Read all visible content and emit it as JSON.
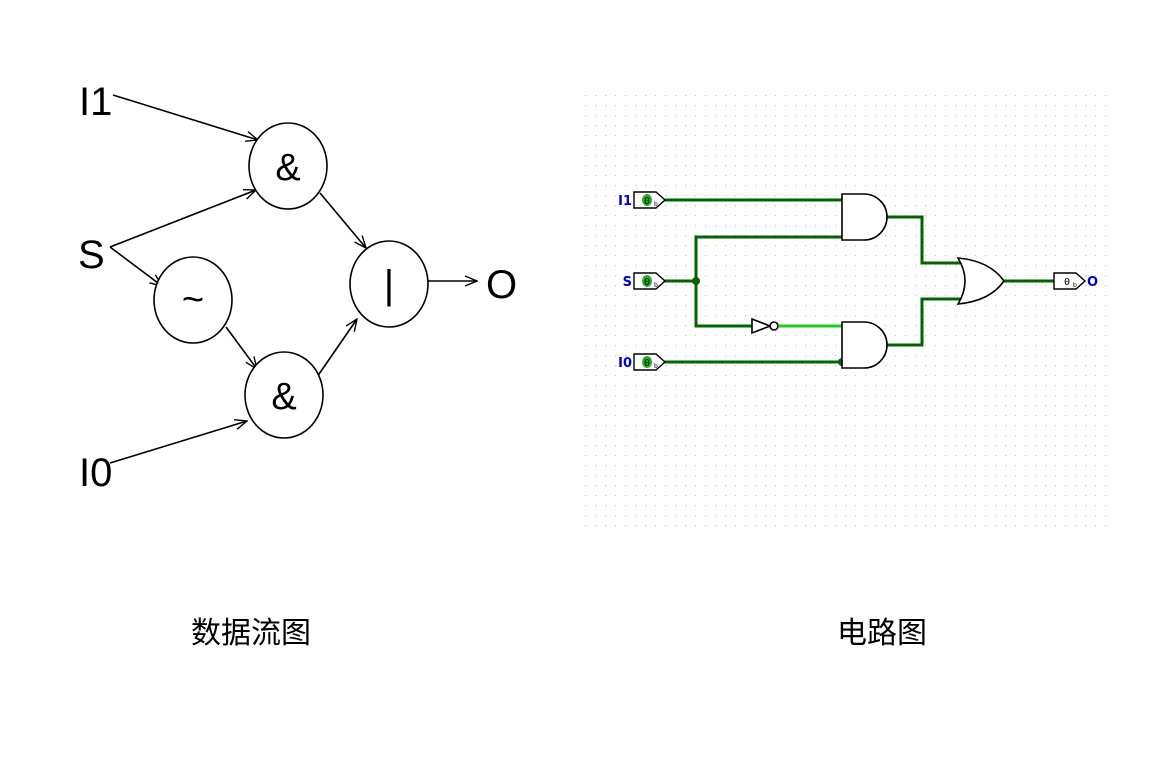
{
  "dataflow": {
    "inputs": {
      "i1": "I1",
      "s": "S",
      "i0": "I0"
    },
    "output": "O",
    "nodes": {
      "and_top": "&",
      "not": "~",
      "and_bottom": "&",
      "or": "|"
    },
    "caption": "数据流图"
  },
  "circuit": {
    "pins": {
      "i1": "I1",
      "s": "S",
      "i0": "I0",
      "o": "O"
    },
    "pin_value": "0",
    "pin_subscript": "b",
    "caption": "电路图",
    "colors": {
      "wire_low": "#006400",
      "wire_high": "#22cc22",
      "pin_label": "#0000cc",
      "pin_value_fill": "#20b020",
      "grid_dot": "#c0c0c0"
    }
  }
}
